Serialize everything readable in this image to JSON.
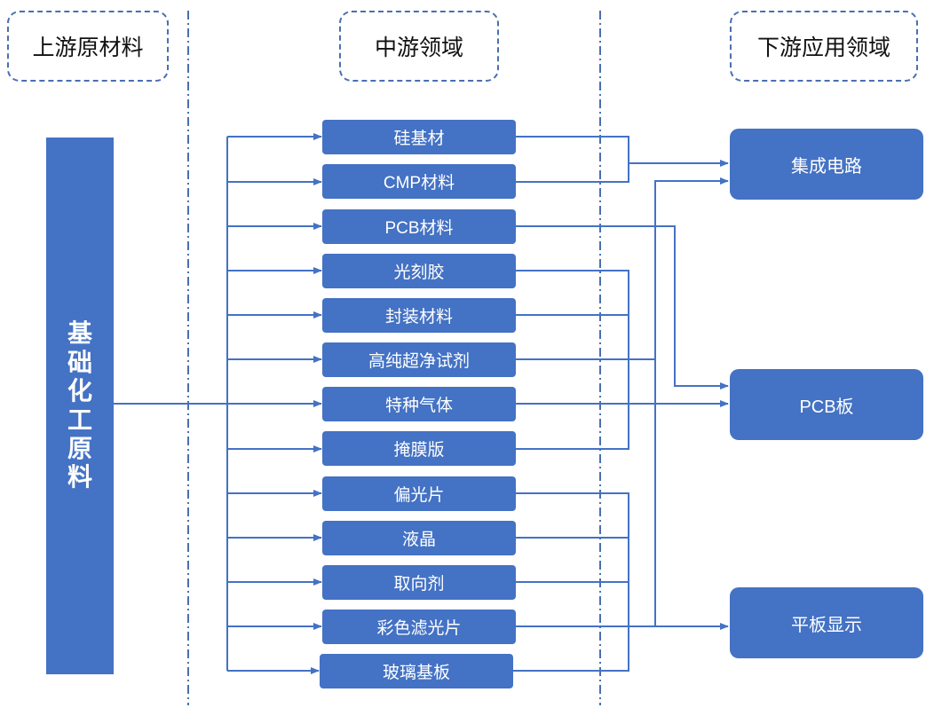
{
  "headers": {
    "upstream": "上游原材料",
    "midstream": "中游领域",
    "downstream": "下游应用领域"
  },
  "raw_material": "基础化工原料",
  "midstream_items": [
    "硅基材",
    "CMP材料",
    "PCB材料",
    "光刻胶",
    "封装材料",
    "高纯超净试剂",
    "特种气体",
    "掩膜版",
    "偏光片",
    "液晶",
    "取向剂",
    "彩色滤光片",
    "玻璃基板"
  ],
  "downstream_items": [
    "集成电路",
    "PCB板",
    "平板显示"
  ],
  "colors": {
    "box_fill": "#4472c4",
    "line": "#4472c4",
    "divider": "#4a6fb0"
  }
}
